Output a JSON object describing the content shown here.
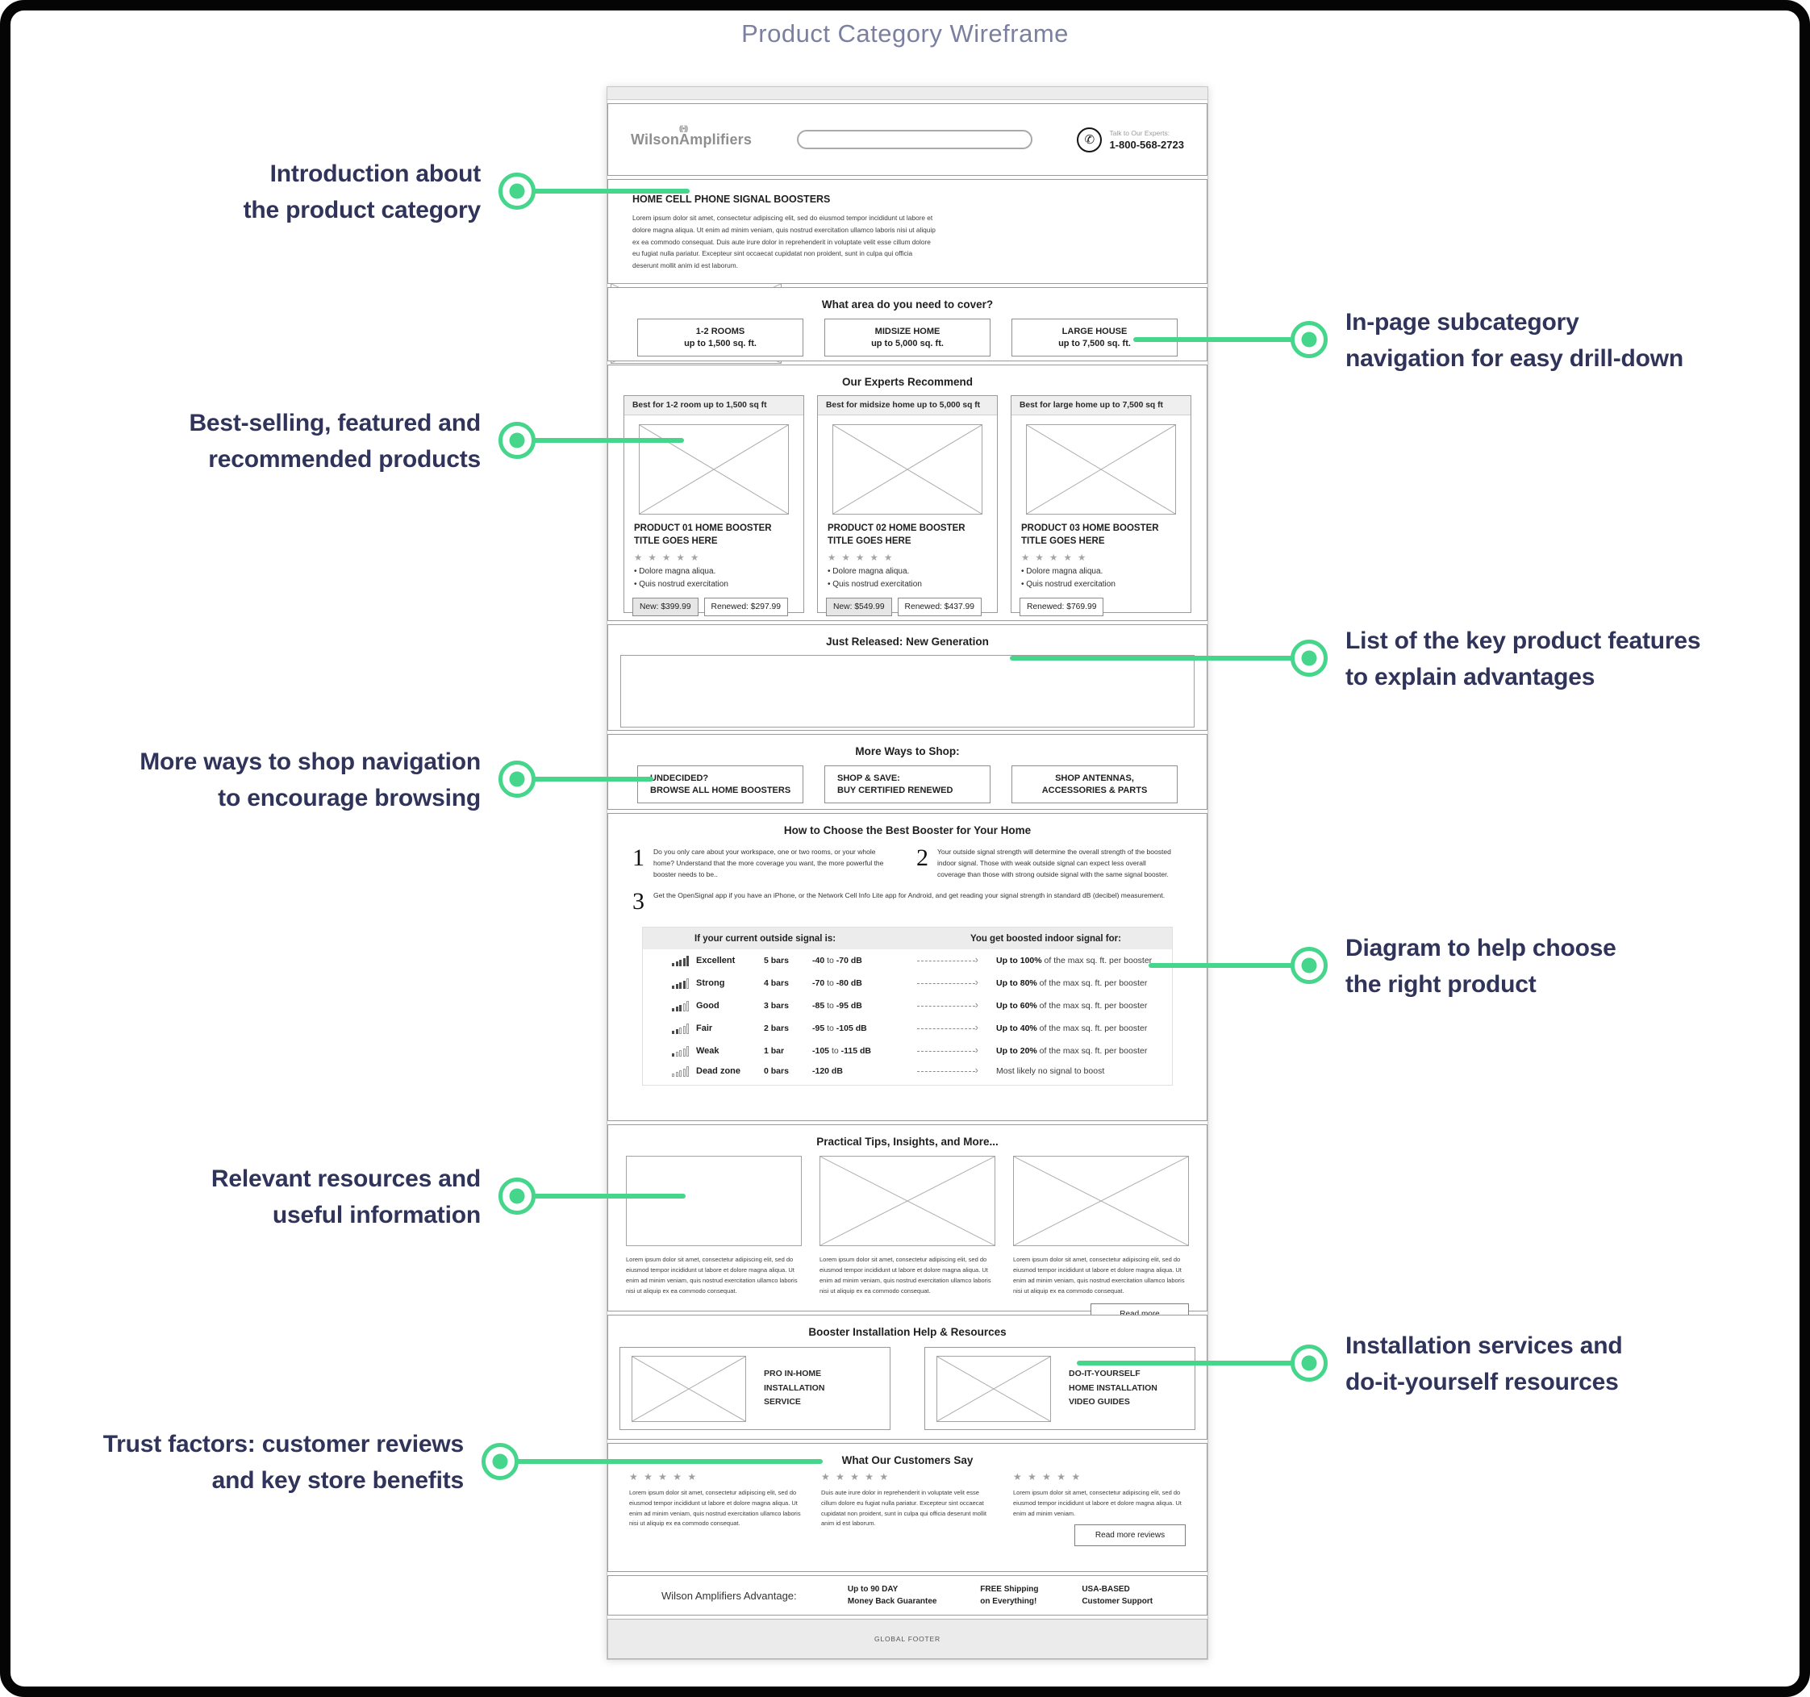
{
  "page_title": "Product Category Wireframe",
  "colors": {
    "accent_green": "#45d68c",
    "callout_text": "#30345a",
    "title_gray": "#7b80a0"
  },
  "callouts": {
    "left": [
      {
        "text": "Introduction about\nthe product category"
      },
      {
        "text": "Best-selling, featured and\nrecommended products"
      },
      {
        "text": "More ways to shop navigation\nto encourage browsing"
      },
      {
        "text": "Relevant resources and\nuseful information"
      },
      {
        "text": "Trust factors: customer reviews\nand  key store benefits"
      }
    ],
    "right": [
      {
        "text": "In-page subcategory\nnavigation for easy drill-down"
      },
      {
        "text": "List of the key product features\nto explain advantages"
      },
      {
        "text": "Diagram to help choose\nthe right product"
      },
      {
        "text": "Installation services and\ndo-it-yourself resources"
      }
    ]
  },
  "wireframe": {
    "header": {
      "logo_wilson": "Wilson",
      "logo_amplifiers": "Amplifiers",
      "antenna": "((•))",
      "phone_icon": "✆",
      "talk": "Talk to Our Experts:",
      "phone": "1-800-568-2723"
    },
    "intro": {
      "heading": "HOME CELL PHONE SIGNAL BOOSTERS",
      "body": "Lorem ipsum dolor sit amet, consectetur adipiscing elit, sed do eiusmod tempor incididunt ut labore et dolore magna aliqua. Ut enim ad minim veniam, quis nostrud exercitation ullamco laboris nisi ut aliquip ex ea commodo consequat. Duis aute irure dolor in reprehenderit in voluptate velit esse cillum dolore eu fugiat nulla pariatur. Excepteur sint occaecat cupidatat non proident, sunt in culpa qui officia deserunt mollit anim id est laborum."
    },
    "area": {
      "title": "What area do you need to cover?",
      "options": [
        {
          "l1": "1-2 ROOMS",
          "l2": "up to 1,500 sq. ft."
        },
        {
          "l1": "MIDSIZE HOME",
          "l2": "up to 5,000 sq. ft."
        },
        {
          "l1": "LARGE HOUSE",
          "l2": "up to 7,500 sq. ft."
        }
      ]
    },
    "experts": {
      "title": "Our Experts Recommend",
      "products": [
        {
          "badge": "Best for 1-2 room up to 1,500 sq ft",
          "title": "PRODUCT 01 HOME BOOSTER TITLE GOES HERE",
          "stars": "★ ★ ★ ★ ★",
          "bullets": [
            "• Dolore magna aliqua.",
            "• Quis nostrud exercitation"
          ],
          "price_new": "New: $399.99",
          "price_renewed": "Renewed: $297.99"
        },
        {
          "badge": "Best for midsize home up to 5,000 sq ft",
          "title": "PRODUCT 02 HOME BOOSTER TITLE GOES HERE",
          "stars": "★ ★ ★ ★ ★",
          "bullets": [
            "• Dolore magna aliqua.",
            "• Quis nostrud exercitation"
          ],
          "price_new": "New: $549.99",
          "price_renewed": "Renewed: $437.99"
        },
        {
          "badge": "Best for large home up to 7,500 sq ft",
          "title": "PRODUCT 03 HOME BOOSTER TITLE GOES HERE",
          "stars": "★ ★ ★ ★ ★",
          "bullets": [
            "• Dolore magna aliqua.",
            "• Quis nostrud exercitation"
          ],
          "price_renewed": "Renewed: $769.99"
        }
      ]
    },
    "released": {
      "title": "Just Released: New Generation"
    },
    "more": {
      "title": "More Ways to Shop:",
      "options": [
        {
          "l1": "UNDECIDED?",
          "l2": "BROWSE ALL HOME BOOSTERS"
        },
        {
          "l1": "SHOP & SAVE:",
          "l2": "BUY CERTIFIED RENEWED"
        },
        {
          "l1": "SHOP ANTENNAS,",
          "l2": "ACCESSORIES & PARTS"
        }
      ]
    },
    "choose": {
      "title": "How to Choose the Best Booster for Your Home",
      "steps": [
        {
          "num": "1",
          "text": "Do you only care about your workspace, one or two rooms, or your whole home? Understand that the more coverage you want, the more powerful the booster needs to be.."
        },
        {
          "num": "2",
          "text": "Your outside signal strength will determine the overall strength of the boosted indoor signal. Those with weak outside signal can expect less overall coverage than those with strong outside signal with the same signal booster."
        },
        {
          "num": "3",
          "text": "Get the OpenSignal app if you have an iPhone, or the Network Cell Info Lite app for Android, and get reading your signal strength in standard dB (decibel) measurement."
        }
      ],
      "table": {
        "left_header": "If your current outside signal is:",
        "right_header": "You get boosted indoor signal for:",
        "rows": [
          {
            "label": "Excellent",
            "bars": 5,
            "bars_label": "5 bars",
            "db_from": "-40",
            "db_join": "to",
            "db_to": "-70 dB",
            "result_bold": "Up to 100%",
            "result_rest": " of the max sq. ft. per booster"
          },
          {
            "label": "Strong",
            "bars": 4,
            "bars_label": "4 bars",
            "db_from": "-70",
            "db_join": "to",
            "db_to": "-80 dB",
            "result_bold": "Up to 80%",
            "result_rest": " of the max sq. ft. per booster"
          },
          {
            "label": "Good",
            "bars": 3,
            "bars_label": "3 bars",
            "db_from": "-85",
            "db_join": "to",
            "db_to": "-95 dB",
            "result_bold": "Up to 60%",
            "result_rest": " of the max sq. ft. per booster"
          },
          {
            "label": "Fair",
            "bars": 2,
            "bars_label": "2 bars",
            "db_from": "-95",
            "db_join": "to",
            "db_to": "-105 dB",
            "result_bold": "Up to 40%",
            "result_rest": " of the max sq. ft. per booster"
          },
          {
            "label": "Weak",
            "bars": 1,
            "bars_label": "1 bar",
            "db_from": "-105",
            "db_join": "to",
            "db_to": "-115 dB",
            "result_bold": "Up to 20%",
            "result_rest": " of the max sq. ft. per booster"
          },
          {
            "label": "Dead zone",
            "bars": 0,
            "bars_label": "0 bars",
            "db_from": "-120 dB",
            "db_join": "",
            "db_to": "",
            "result_bold": "",
            "result_rest": "Most likely no signal to boost"
          }
        ]
      }
    },
    "tips": {
      "title": "Practical Tips, Insights, and More...",
      "items": [
        {
          "body": "Lorem ipsum dolor sit amet, consectetur adipiscing elit, sed do eiusmod tempor incididunt ut labore et dolore magna aliqua. Ut enim ad minim veniam, quis nostrud exercitation ullamco laboris nisi ut aliquip ex ea commodo consequat."
        },
        {
          "body": "Lorem ipsum dolor sit amet, consectetur adipiscing elit, sed do eiusmod tempor incididunt ut labore et dolore magna aliqua. Ut enim ad minim veniam, quis nostrud exercitation ullamco laboris nisi ut aliquip ex ea commodo consequat."
        },
        {
          "body": "Lorem ipsum dolor sit amet, consectetur adipiscing elit, sed do eiusmod tempor incididunt ut labore et dolore magna aliqua. Ut enim ad minim veniam, quis nostrud exercitation ullamco laboris nisi ut aliquip ex ea commodo consequat."
        }
      ],
      "read_more": "Read more"
    },
    "install": {
      "title": "Booster Installation Help & Resources",
      "items": [
        {
          "label": "PRO IN-HOME\nINSTALLATION\nSERVICE"
        },
        {
          "label": "DO-IT-YOURSELF\nHOME INSTALLATION\nVIDEO GUIDES"
        }
      ]
    },
    "customers": {
      "title": "What Our Customers Say",
      "reviews": [
        {
          "stars": "★ ★ ★ ★ ★",
          "body": "Lorem ipsum dolor sit amet, consectetur adipiscing elit, sed do eiusmod tempor incididunt ut labore et dolore magna aliqua. Ut enim ad minim veniam, quis nostrud exercitation ullamco laboris nisi ut aliquip ex ea commodo consequat."
        },
        {
          "stars": "★ ★ ★ ★ ★",
          "body": "Duis aute irure dolor in reprehenderit in voluptate velit esse cillum dolore eu fugiat nulla pariatur. Excepteur sint occaecat cupidatat non proident, sunt in culpa qui officia deserunt mollit anim id est laborum."
        },
        {
          "stars": "★ ★ ★ ★ ★",
          "body": "Lorem ipsum dolor sit amet, consectetur adipiscing elit, sed do eiusmod tempor incididunt ut labore et dolore magna aliqua. Ut enim ad minim veniam."
        }
      ],
      "read_more": "Read more reviews"
    },
    "advantage": {
      "label": "Wilson Amplifiers Advantage:",
      "items": [
        {
          "l1": "Up to 90 DAY",
          "l2": "Money Back Guarantee"
        },
        {
          "l1": "FREE Shipping",
          "l2": "on Everything!"
        },
        {
          "l1": "USA-BASED",
          "l2": "Customer Support"
        }
      ]
    },
    "global_footer": "GLOBAL FOOTER"
  }
}
